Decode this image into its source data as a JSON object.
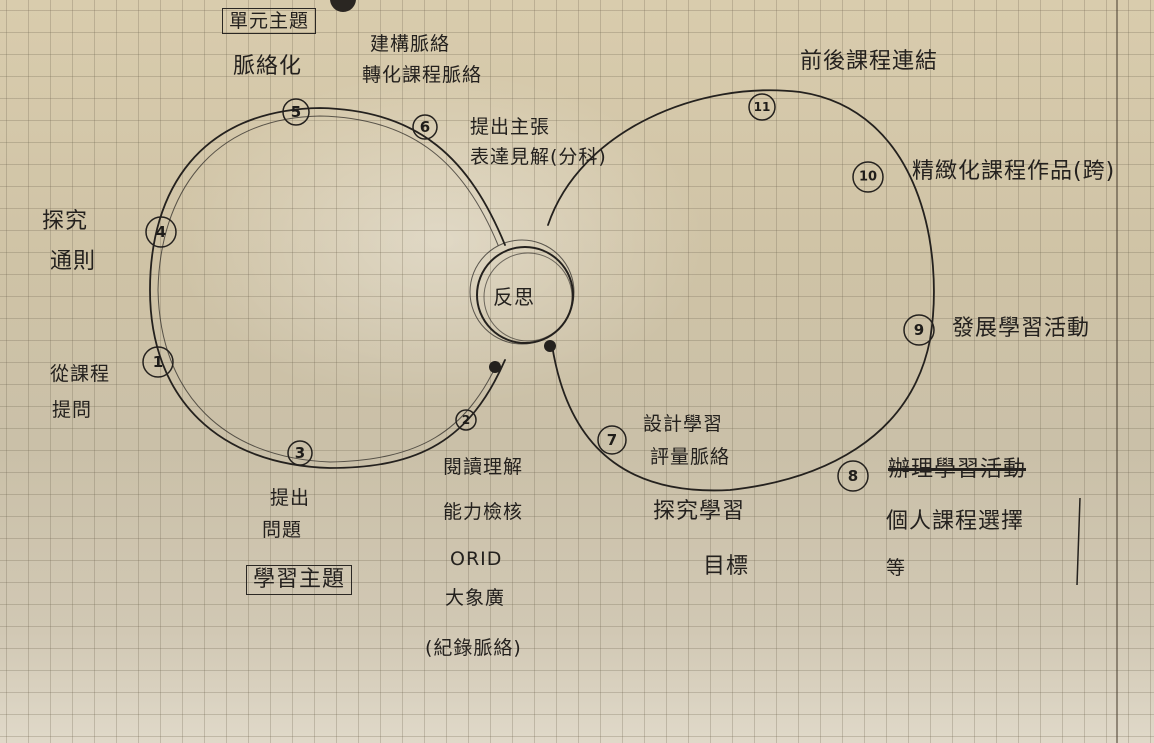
{
  "center": {
    "label": "反思"
  },
  "labels": {
    "l5_boxed": "單元主題",
    "l5_text": "脈絡化",
    "l6_top": "建構脈絡",
    "l6_bottom": "轉化課程脈絡",
    "l6_right_1": "提出主張",
    "l6_right_2": "表達見解(分科)",
    "l4_1": "探究",
    "l4_2": "通則",
    "l1_1": "從課程",
    "l1_2": "提問",
    "l3_1": "提出",
    "l3_2": "問題",
    "l3_boxed": "學習主題",
    "l2_1": "閱讀理解",
    "l2_2": "能力檢核",
    "l2_3": "ORID",
    "l2_4": "大象廣",
    "l2_5": "(紀錄脈絡)",
    "l7_1": "設計學習",
    "l7_2": "評量脈絡",
    "l7_3": "探究學習",
    "l7_4": "目標",
    "l8_struck": "辦理學習活動",
    "l8_1": "個人課程選擇",
    "l8_2": "等",
    "l9": "發展學習活動",
    "l10": "精緻化課程作品(跨)",
    "l11": "前後課程連結"
  },
  "nodes": [
    {
      "id": "node-1",
      "label": "1"
    },
    {
      "id": "node-2",
      "label": "2"
    },
    {
      "id": "node-3",
      "label": "3"
    },
    {
      "id": "node-4",
      "label": "4"
    },
    {
      "id": "node-5",
      "label": "5"
    },
    {
      "id": "node-6",
      "label": "6"
    },
    {
      "id": "node-7",
      "label": "7"
    },
    {
      "id": "node-8",
      "label": "8"
    },
    {
      "id": "node-9",
      "label": "9"
    },
    {
      "id": "node-10",
      "label": "10"
    },
    {
      "id": "node-11",
      "label": "11"
    }
  ],
  "colors": {
    "ink": "#24211e",
    "paper": "#d4c8ab",
    "grid": "#8a7f68"
  }
}
